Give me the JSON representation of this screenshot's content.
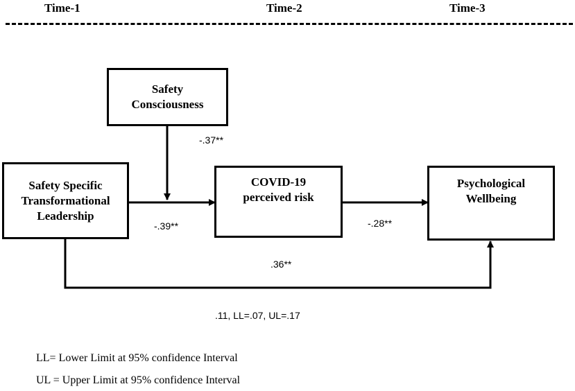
{
  "time_labels": [
    "Time-1",
    "Time-2",
    "Time-3"
  ],
  "nodes": {
    "safety_consciousness": [
      "Safety",
      "Consciousness"
    ],
    "sstl": [
      "Safety Specific",
      "Transformational",
      "Leadership"
    ],
    "covid_risk": [
      "COVID-19",
      "perceived risk"
    ],
    "wellbeing": [
      "Psychological",
      "Wellbeing"
    ]
  },
  "coefficients": {
    "moderation": "-.37**",
    "sstl_to_risk": "-.39**",
    "risk_to_wellbeing": "-.28**",
    "direct": ".36**",
    "indirect": ".11, LL=.07, UL=.17"
  },
  "notes": [
    "LL= Lower Limit at 95% confidence Interval",
    "UL = Upper Limit at 95% confidence Interval"
  ]
}
